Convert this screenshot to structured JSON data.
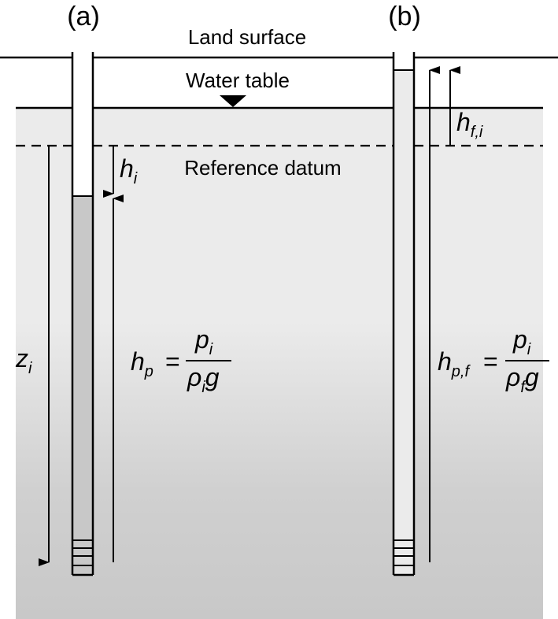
{
  "panels": {
    "a": "(a)",
    "b": "(b)"
  },
  "labels": {
    "land_surface": "Land surface",
    "water_table": "Water table",
    "reference_datum": "Reference datum"
  },
  "symbols": {
    "h_i": {
      "base": "h",
      "sub": "i"
    },
    "z_i": {
      "base": "z",
      "sub": "i"
    },
    "h_f_i": {
      "base": "h",
      "sub": "f,i"
    },
    "h_p": {
      "base": "h",
      "sub": "p"
    },
    "h_p_f": {
      "base": "h",
      "sub": "p,f"
    }
  },
  "equations": {
    "a": {
      "lhs_base": "h",
      "lhs_sub": "p",
      "equals": "=",
      "num_base": "p",
      "num_sub": "i",
      "den_rho": "ρ",
      "den_sub": "i",
      "den_g": "g"
    },
    "b": {
      "lhs_base": "h",
      "lhs_sub": "p,f",
      "equals": "=",
      "num_base": "p",
      "num_sub": "i",
      "den_rho": "ρ",
      "den_sub": "f",
      "den_g": "g"
    }
  },
  "colors": {
    "saturated_zone": "#ebebeb",
    "deep_zone": "#c8c8c8",
    "water_column_a": "#c8c8c8",
    "water_column_b": "#ebebeb",
    "line": "#000000"
  }
}
